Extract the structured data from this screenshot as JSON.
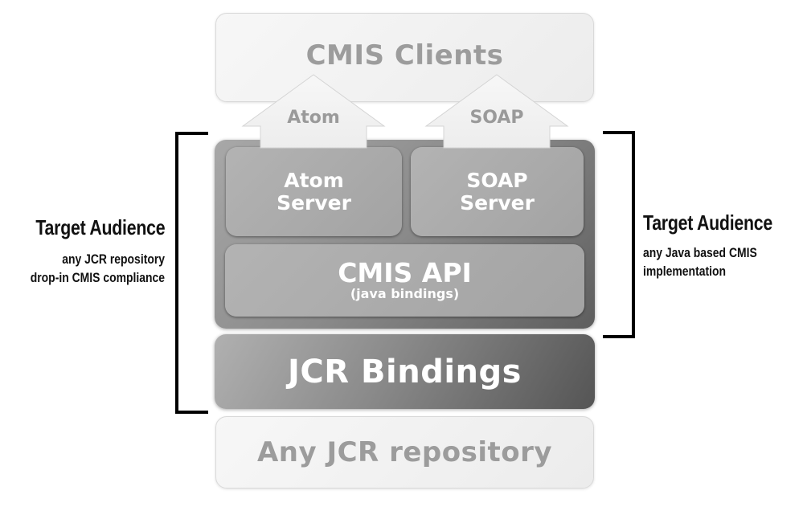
{
  "diagram": {
    "layers": {
      "clients": "CMIS Clients",
      "atom_server": [
        "Atom",
        "Server"
      ],
      "soap_server": [
        "SOAP",
        "Server"
      ],
      "cmis_api": {
        "title": "CMIS API",
        "subtitle": "(java bindings)"
      },
      "jcr_bindings": "JCR Bindings",
      "repository": "Any JCR repository"
    },
    "arrows": {
      "atom": "Atom",
      "soap": "SOAP"
    },
    "left_audience": {
      "title": "Target Audience",
      "lines": [
        "any JCR repository",
        "drop-in CMIS compliance"
      ]
    },
    "right_audience": {
      "title": "Target Audience",
      "lines": [
        "any Java based CMIS",
        "implementation"
      ]
    },
    "colors": {
      "light_box": "#f2f2f2",
      "light_text": "#9c9c9c",
      "dark_box": "#8a8a8a",
      "bracket": "#000000"
    }
  }
}
